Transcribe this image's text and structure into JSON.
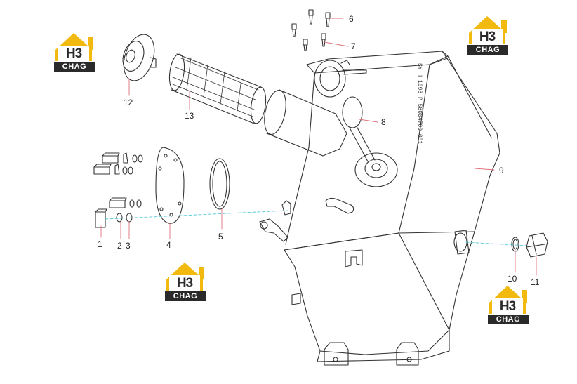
{
  "logo": {
    "mark": "H3",
    "wordmark": "CHAG",
    "colors": {
      "roof": "#f2b90f",
      "dark": "#2a2a2a"
    }
  },
  "callouts": [
    "1",
    "2",
    "3",
    "4",
    "5",
    "6",
    "7",
    "8",
    "9",
    "10",
    "11",
    "12",
    "13"
  ],
  "colors": {
    "line": "#333333",
    "leader": "#e0707a",
    "axis": "#55c7d8"
  }
}
